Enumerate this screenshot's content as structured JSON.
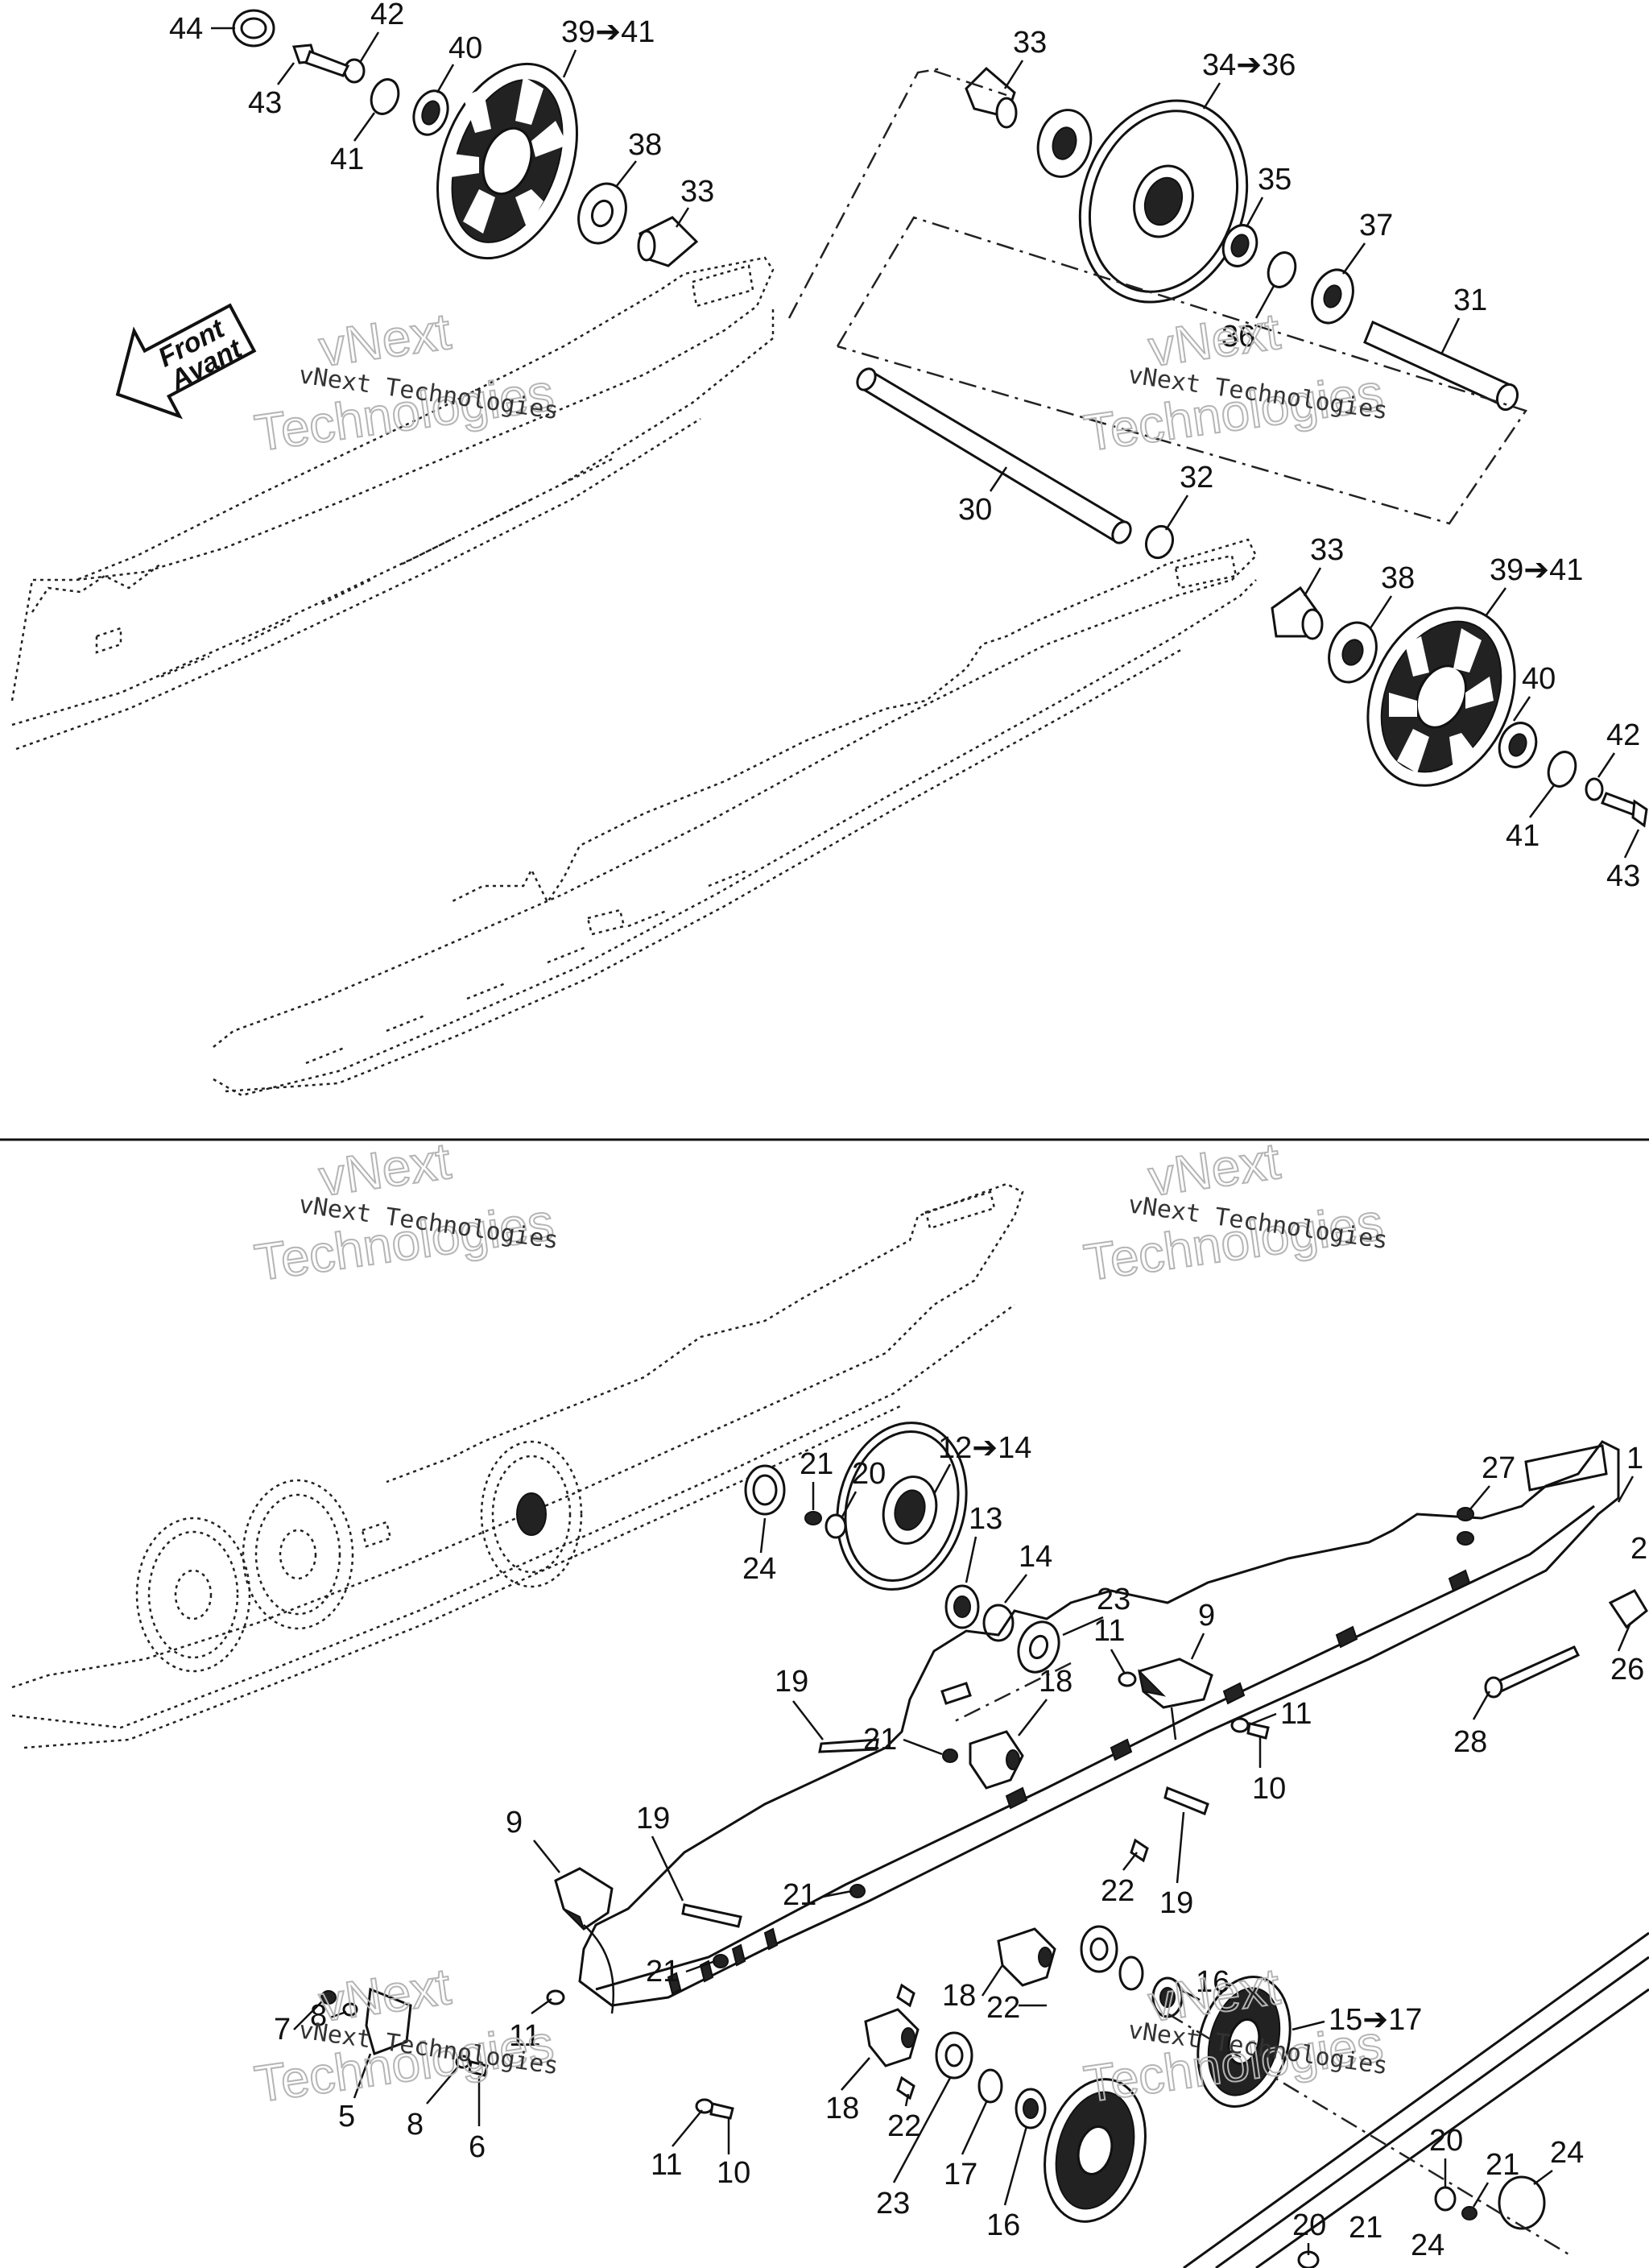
{
  "watermark": {
    "line1": "vNext Technologies",
    "line2": "vNext",
    "line3": "Technologies"
  },
  "direction_arrow": {
    "line1": "Front",
    "line2": "Avant"
  },
  "callouts_top": [
    "44",
    "42",
    "40",
    "39➔41",
    "43",
    "41",
    "38",
    "33",
    "33",
    "34➔36",
    "35",
    "37",
    "36",
    "31",
    "30",
    "32",
    "33",
    "38",
    "39➔41",
    "40",
    "42",
    "41",
    "43"
  ],
  "callouts_bottom": [
    "12➔14",
    "21",
    "20",
    "24",
    "13",
    "14",
    "23",
    "9",
    "1",
    "27",
    "2",
    "26",
    "28",
    "11",
    "18",
    "21",
    "19",
    "11",
    "10",
    "9",
    "19",
    "21",
    "22",
    "19",
    "21",
    "18",
    "16",
    "22",
    "15➔17",
    "7",
    "8",
    "11",
    "5",
    "8",
    "6",
    "18",
    "22",
    "11",
    "10",
    "23",
    "17",
    "16",
    "20",
    "21",
    "24",
    "20",
    "21",
    "24"
  ]
}
